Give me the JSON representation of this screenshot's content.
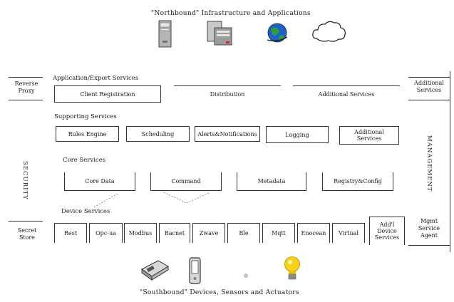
{
  "top": {
    "caption": "\"Northbound\" Infrastructure and Applications",
    "icons": [
      "server-tower-icon",
      "server-rack-icon",
      "globe-icon",
      "cloud-icon"
    ]
  },
  "bottom": {
    "caption": "\"Southbound\" Devices, Sensors and Actuators",
    "icons": [
      "gateway-device-icon",
      "handheld-device-icon",
      "sensor-icon",
      "lightbulb-icon"
    ]
  },
  "left": {
    "reverse_proxy": "Reverse Proxy",
    "security": "SECURITY",
    "secret_store": "Secret Store"
  },
  "right": {
    "additional_services": "Additional Services",
    "management": "MANAGEMENT",
    "mgmt_agent": "Mgmt Service Agent"
  },
  "layers": {
    "app_export": {
      "title": "Application/Export Services",
      "boxes": [
        "Client Registration",
        "Distribution",
        "Additional Services"
      ]
    },
    "supporting": {
      "title": "Supporting Services",
      "boxes": [
        "Rules Engine",
        "Scheduling",
        "Alerts&Notifications",
        "Logging",
        "Additional Services"
      ]
    },
    "core": {
      "title": "Core Services",
      "boxes": [
        "Core Data",
        "Command",
        "Metadata",
        "Registry&Config"
      ]
    },
    "device": {
      "title": "Device Services",
      "boxes": [
        "Rest",
        "Opc-ua",
        "Modbus",
        "Bacnet",
        "Zwave",
        "Ble",
        "Mqtt",
        "Enocean",
        "Virtual"
      ],
      "additional": "Add'l Device Services"
    }
  }
}
